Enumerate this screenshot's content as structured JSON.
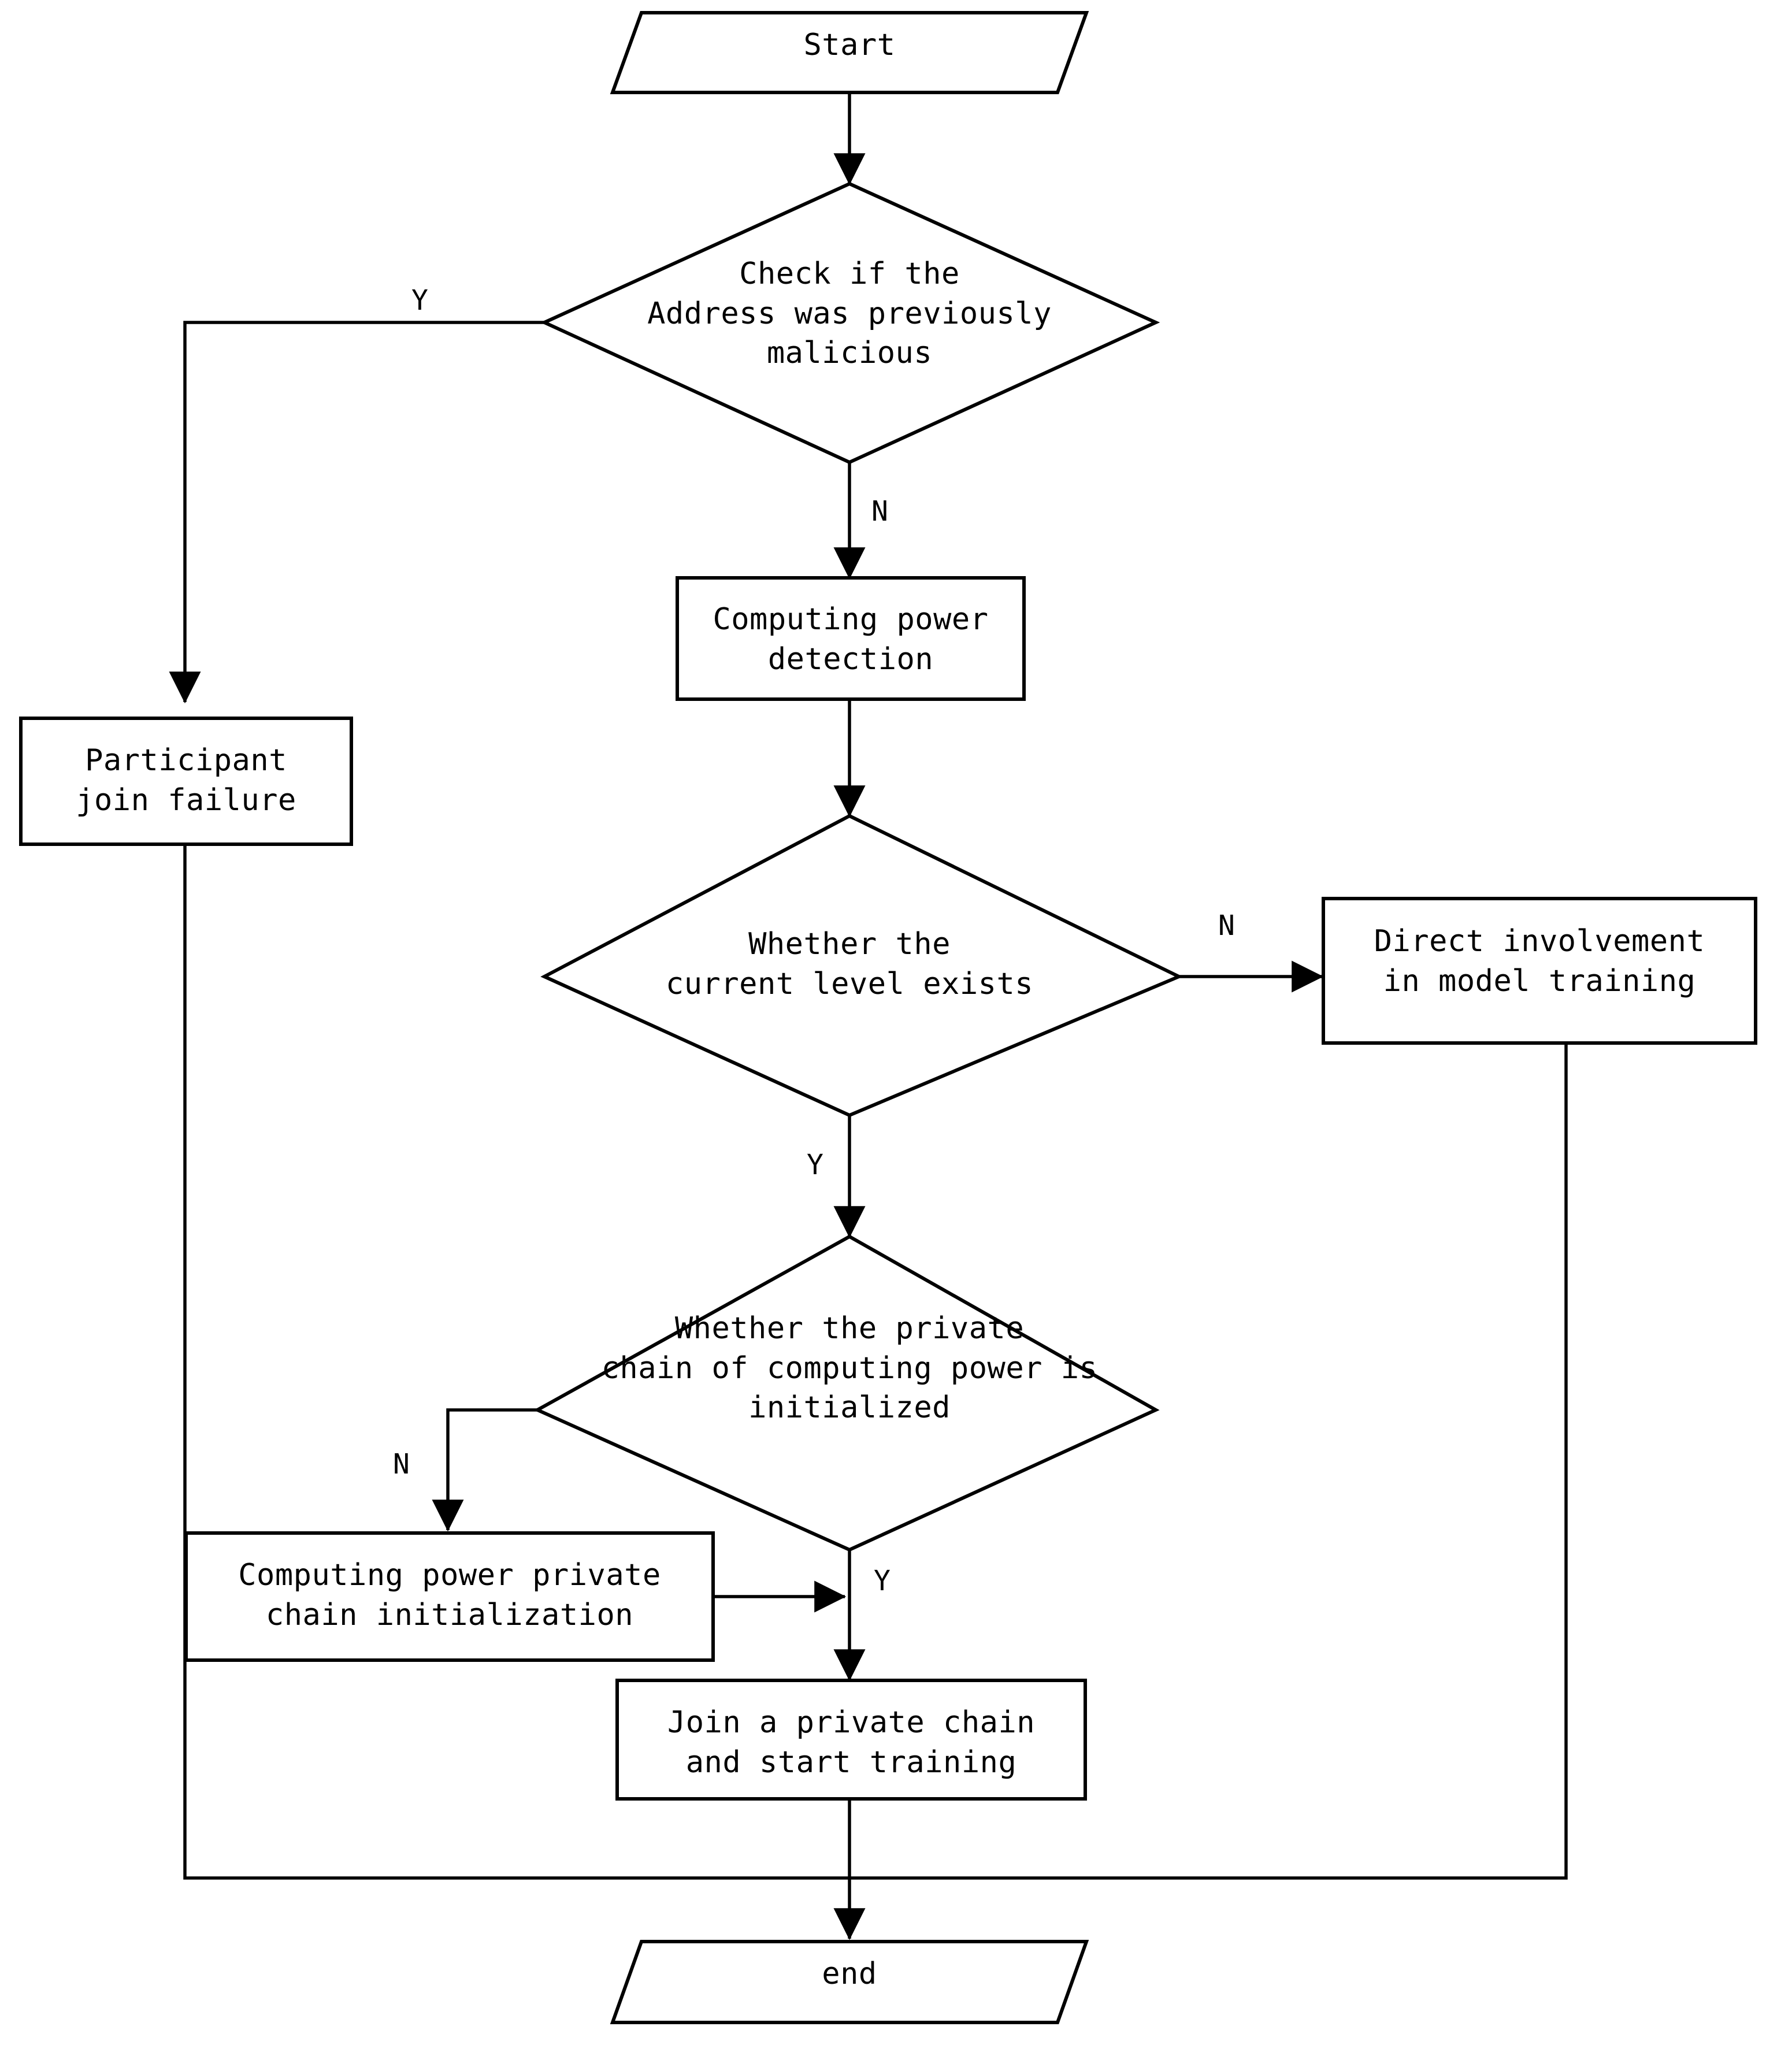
{
  "diagram": {
    "title": "Participant joining process flowchart",
    "stroke_color": "#000000",
    "fill_color": "#FFFFFF",
    "background_color": "#FFFFFF"
  },
  "nodes": {
    "start": {
      "label": "Start",
      "shape": "parallelogram"
    },
    "check_malicious": {
      "label": "Check if the\nAddress was previously\nmalicious",
      "shape": "diamond"
    },
    "join_failure": {
      "label": "Participant\njoin failure",
      "shape": "rectangle"
    },
    "power_detection": {
      "label": "Computing power\ndetection",
      "shape": "rectangle"
    },
    "level_exists": {
      "label": "Whether the\ncurrent level exists",
      "shape": "diamond"
    },
    "direct_training": {
      "label": "Direct involvement\nin model training",
      "shape": "rectangle"
    },
    "chain_initialized": {
      "label": "Whether the private\nchain of computing power is\ninitialized",
      "shape": "diamond"
    },
    "chain_init": {
      "label": "Computing power private\nchain initialization",
      "shape": "rectangle"
    },
    "join_chain": {
      "label": "Join a private chain\nand start training",
      "shape": "rectangle"
    },
    "end": {
      "label": "end",
      "shape": "parallelogram"
    }
  },
  "edge_labels": {
    "malicious_yes": "Y",
    "malicious_no": "N",
    "level_no": "N",
    "level_yes": "Y",
    "initialized_no": "N",
    "initialized_yes": "Y"
  }
}
